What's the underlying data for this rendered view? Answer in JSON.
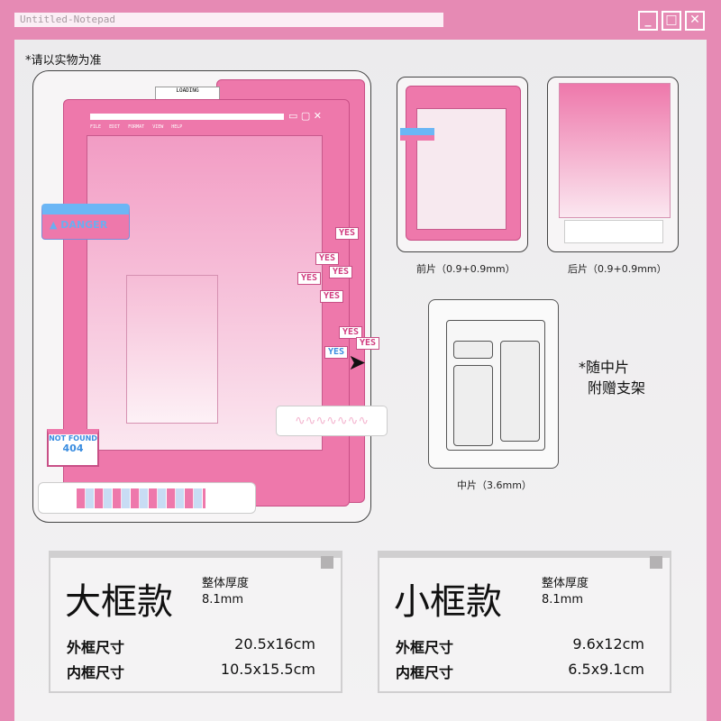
{
  "window": {
    "title": "Untitled-Notepad",
    "buttons": [
      "minimize",
      "maximize",
      "close"
    ]
  },
  "note": "*请以实物为准",
  "product_art": {
    "loading": "LOADING",
    "menu": [
      "FILE",
      "EDIT",
      "FORMAT",
      "VIEW",
      "HELP"
    ],
    "danger": "DANGER",
    "yes": "YES",
    "not_found": "NOT FOUND",
    "code": "404"
  },
  "pieces": {
    "front": "前片（0.9+0.9mm）",
    "back": "后片（0.9+0.9mm）",
    "middle": "中片（3.6mm）",
    "stand_line1": "*随中片",
    "stand_line2": "附赠支架"
  },
  "large": {
    "name": "大框款",
    "thickness_label": "整体厚度",
    "thickness": "8.1mm",
    "outer_label": "外框尺寸",
    "outer": "20.5x16cm",
    "inner_label": "内框尺寸",
    "inner": "10.5x15.5cm"
  },
  "small": {
    "name": "小框款",
    "thickness_label": "整体厚度",
    "thickness": "8.1mm",
    "outer_label": "外框尺寸",
    "outer": "9.6x12cm",
    "inner_label": "内框尺寸",
    "inner": "6.5x9.1cm"
  }
}
